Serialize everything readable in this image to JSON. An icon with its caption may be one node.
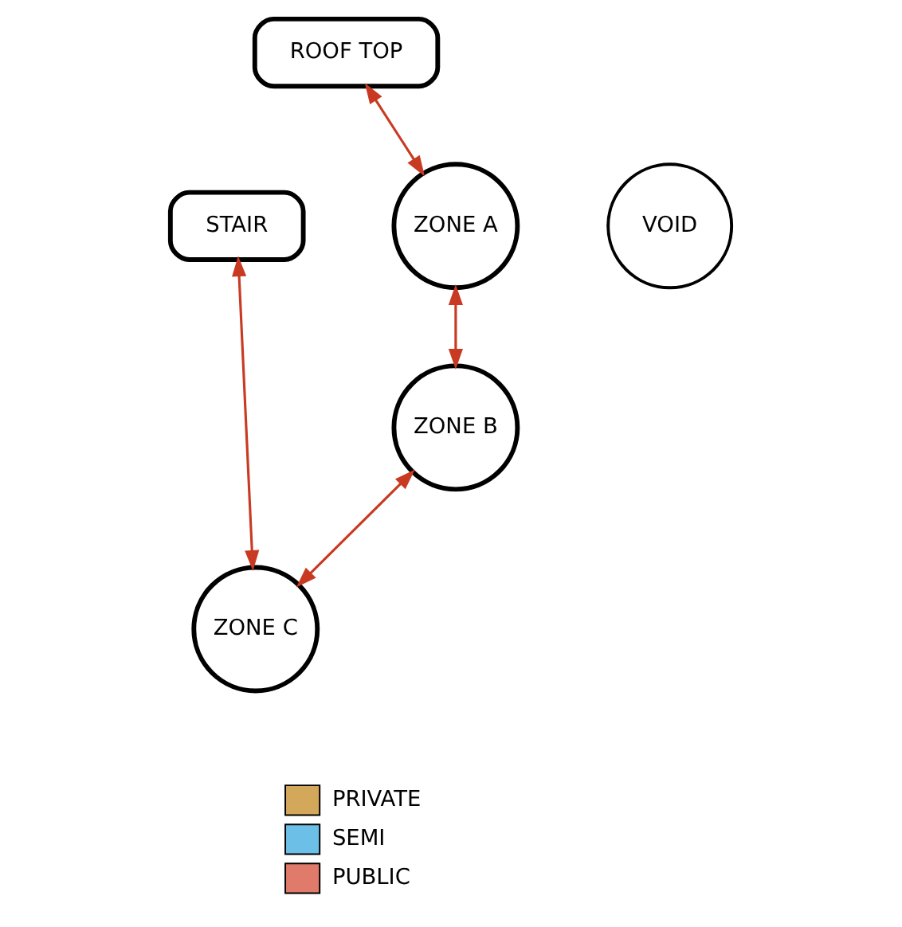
{
  "diagram": {
    "nodes": [
      {
        "text": [
          "ROOF TOP"
        ]
      },
      {
        "text": [
          "STAIR"
        ]
      },
      {
        "text": [
          "VOID"
        ]
      },
      {
        "text": [
          "ZONE A"
        ]
      },
      {
        "text": [
          "ZONE B"
        ]
      },
      {
        "text": [
          "ZONE C"
        ]
      }
    ],
    "edges": [
      {
        "from": 0,
        "to": 3,
        "arrow": "both"
      },
      {
        "from": 3,
        "to": 4,
        "arrow": "both"
      },
      {
        "from": 1,
        "to": 5,
        "arrow": "both"
      },
      {
        "from": 4,
        "to": 5,
        "arrow": "both"
      }
    ],
    "legend": [
      {
        "text": "PRIVATE",
        "color": "#d4a85a"
      },
      {
        "text": "SEMI",
        "color": "#6cc0e8"
      },
      {
        "text": "PUBLIC",
        "color": "#e07a6a"
      }
    ]
  }
}
